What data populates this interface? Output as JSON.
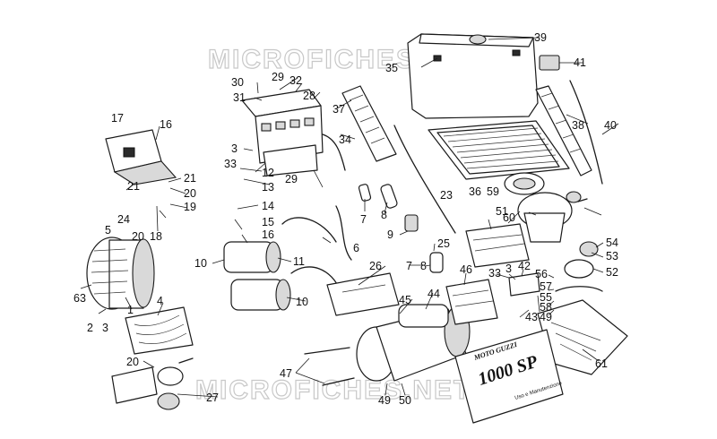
{
  "watermark": {
    "text": "MICROFICHES.NET"
  },
  "manual": {
    "brand": "MOTO GUZZI",
    "model": "1000 SP",
    "subtitle": "Uso e Manutenzione"
  },
  "callouts": {
    "c1": "1",
    "c2": "2",
    "c3a": "3",
    "c3b": "3",
    "c3c": "3",
    "c4": "4",
    "c5": "5",
    "c6": "6",
    "c7a": "7",
    "c7b": "7",
    "c8a": "8",
    "c8b": "8",
    "c9": "9",
    "c10a": "10",
    "c10b": "10",
    "c11": "11",
    "c12": "12",
    "c13": "13",
    "c14": "14",
    "c15": "15",
    "c16a": "16",
    "c16b": "16",
    "c17": "17",
    "c18": "18",
    "c19": "19",
    "c20a": "20",
    "c20b": "20",
    "c20c": "20",
    "c21a": "21",
    "c21b": "21",
    "c23": "23",
    "c24": "24",
    "c25": "25",
    "c26": "26",
    "c27": "27",
    "c28": "28",
    "c29a": "29",
    "c29b": "29",
    "c30": "30",
    "c31": "31",
    "c32": "32",
    "c33a": "33",
    "c33b": "33",
    "c34": "34",
    "c35": "35",
    "c36": "36",
    "c37": "37",
    "c38": "38",
    "c39": "39",
    "c40": "40",
    "c41": "41",
    "c42": "42",
    "c43": "43",
    "c44": "44",
    "c45": "45",
    "c46": "46",
    "c47": "47",
    "c49a": "49",
    "c49b": "49",
    "c50": "50",
    "c51": "51",
    "c52": "52",
    "c53": "53",
    "c54": "54",
    "c55": "55",
    "c56": "56",
    "c57": "57",
    "c58": "58",
    "c59": "59",
    "c60": "60",
    "c61": "61",
    "c63": "63"
  }
}
